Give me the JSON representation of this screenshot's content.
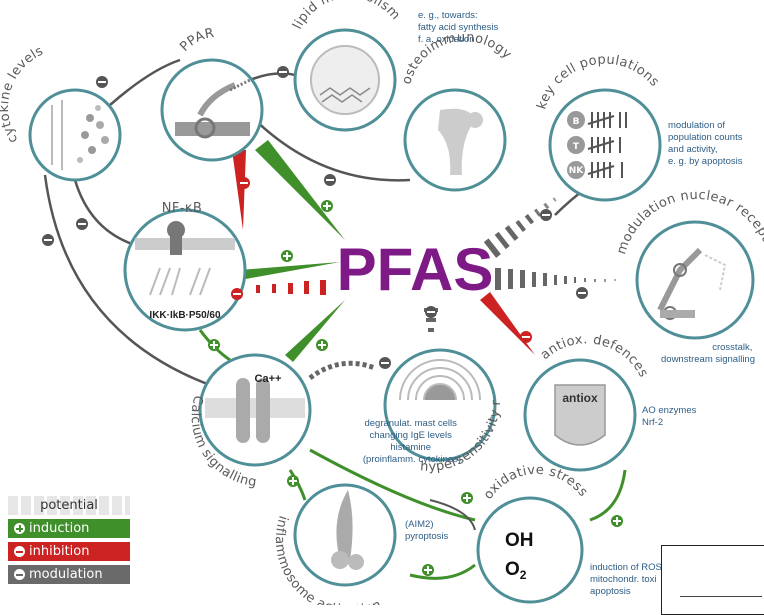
{
  "center": {
    "label": "PFAS",
    "color": "#7d1a86"
  },
  "nodes": {
    "cytokine": {
      "label": "cytokine levels"
    },
    "ppar": {
      "label": "PPAR"
    },
    "lipid": {
      "label": "lipid metabolism",
      "note": [
        "e. g., towards:",
        "fatty acid synthesis",
        "f. a. oxidation"
      ]
    },
    "osteo": {
      "label": "osteoimmunology"
    },
    "keycell": {
      "label": "key cell populations",
      "badges": [
        "B",
        "T",
        "NK"
      ],
      "note": [
        "modulation of",
        "population counts",
        "and activity,",
        "e. g. by apoptosis"
      ]
    },
    "nfkb": {
      "label": "NF-κB",
      "inner": "IKK·IkB·P50/60"
    },
    "nuclear": {
      "label": "modulation nuclear receptors",
      "note": [
        "crosstalk,",
        "downstream signalling"
      ]
    },
    "calcium": {
      "label": "Calcium signalling",
      "inner": "Ca++"
    },
    "hyper": {
      "label": "hypersensitivity related",
      "note": [
        "degranulat. mast cells",
        "changing IgE levels",
        "histamine",
        "(proinflamm. cytokines)"
      ]
    },
    "antiox": {
      "label": "antiox. defences",
      "inner": "antiox",
      "note": [
        "AO enzymes",
        "Nrf-2"
      ]
    },
    "inflam": {
      "label": "inflammosome activation",
      "note": [
        "(AIM2)",
        "pyroptosis"
      ]
    },
    "oxid": {
      "label": "oxidative stress",
      "inner1": "OH",
      "inner2": "O",
      "inner2sub": "2",
      "note": [
        "induction of ROS",
        "mitochondr. toxi",
        "apoptosis"
      ]
    }
  },
  "legend": {
    "potential": "potential",
    "induction": "induction",
    "inhibition": "inhibition",
    "modulation": "modulation"
  },
  "colors": {
    "induction": "#3f8f2a",
    "inhibition": "#cc2222",
    "modulation": "#6a6a6a",
    "potential": "#bdbdbd",
    "ring": "#4f8f97",
    "note_text": "#2d5d85"
  }
}
